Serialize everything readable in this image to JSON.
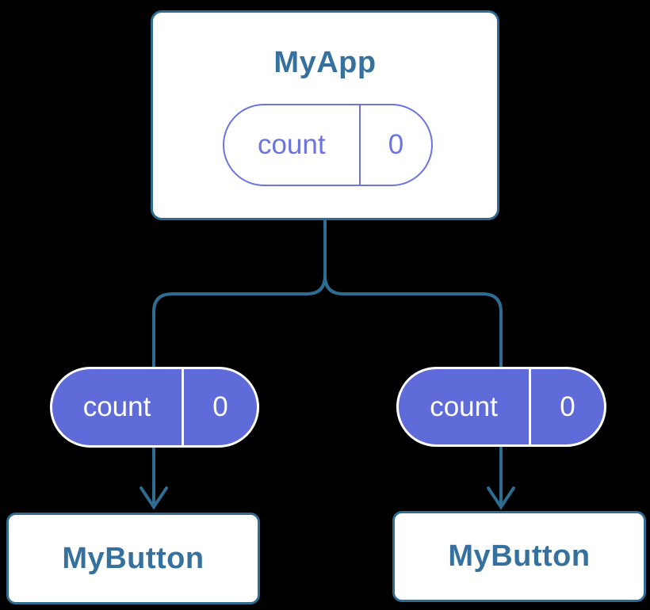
{
  "diagram": {
    "description": "Component tree diagram showing lifted state",
    "background_color": "#000000",
    "stroke_color": "#2E6C92",
    "node_fill_color": "#FFFFFF",
    "node_title_color": "#36719E",
    "state_outline_color": "#6B74E0",
    "state_fill_color": "#5F6BD9",
    "state_filled_text_color": "#FFFFFF",
    "parent": {
      "title": "MyApp",
      "state": {
        "label": "count",
        "value": "0"
      }
    },
    "children": [
      {
        "title": "MyButton",
        "state": {
          "label": "count",
          "value": "0"
        }
      },
      {
        "title": "MyButton",
        "state": {
          "label": "count",
          "value": "0"
        }
      }
    ]
  }
}
